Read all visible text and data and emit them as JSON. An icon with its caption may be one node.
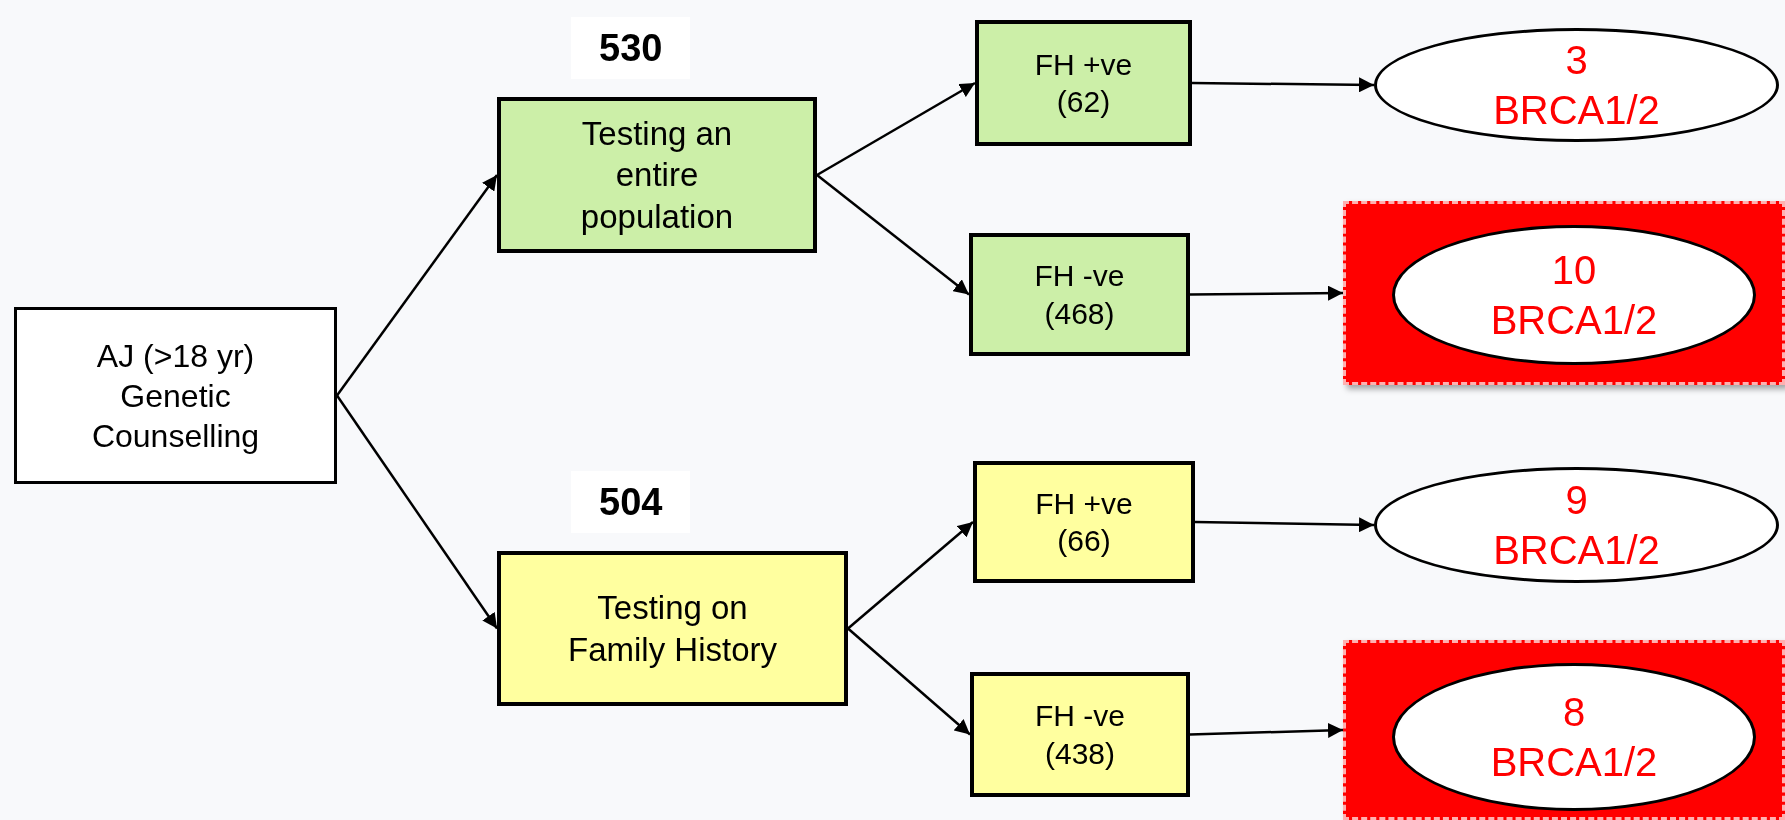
{
  "diagram": {
    "nodes": [
      {
        "text": [
          "AJ (>18 yr) Genetic Counselling"
        ]
      },
      {
        "text": [
          "Testing an entire population"
        ],
        "beside": [
          "530"
        ]
      },
      {
        "text": [
          "FH +ve (62)"
        ]
      },
      {
        "text": [
          "3",
          "BRCA1/2"
        ]
      },
      {
        "text": [
          "FH -ve (468)"
        ]
      },
      {
        "text": [],
        "shape": "box"
      },
      {
        "text": [
          "10",
          "BRCA1/2"
        ],
        "in": 5
      },
      {
        "text": [
          "Testing on Family History"
        ],
        "beside": [
          "504"
        ]
      },
      {
        "text": [
          "FH +ve (66)"
        ]
      },
      {
        "text": [
          "9",
          "BRCA1/2"
        ]
      },
      {
        "text": [
          "FH -ve (438)"
        ]
      },
      {
        "text": [],
        "shape": "box"
      },
      {
        "text": [
          "8",
          "BRCA1/2"
        ],
        "in": 11
      }
    ],
    "edges": [
      {
        "from": 0,
        "to": 1,
        "arrow": "to"
      },
      {
        "from": 0,
        "to": 7,
        "arrow": "to"
      },
      {
        "from": 1,
        "to": 2,
        "arrow": "to"
      },
      {
        "from": 1,
        "to": 4,
        "arrow": "to"
      },
      {
        "from": 2,
        "to": 3,
        "arrow": "to"
      },
      {
        "from": 4,
        "to": 5,
        "arrow": "to"
      },
      {
        "from": 7,
        "to": 8,
        "arrow": "to"
      },
      {
        "from": 7,
        "to": 10,
        "arrow": "to"
      },
      {
        "from": 8,
        "to": 9,
        "arrow": "to"
      },
      {
        "from": 10,
        "to": 11,
        "arrow": "to"
      }
    ]
  }
}
